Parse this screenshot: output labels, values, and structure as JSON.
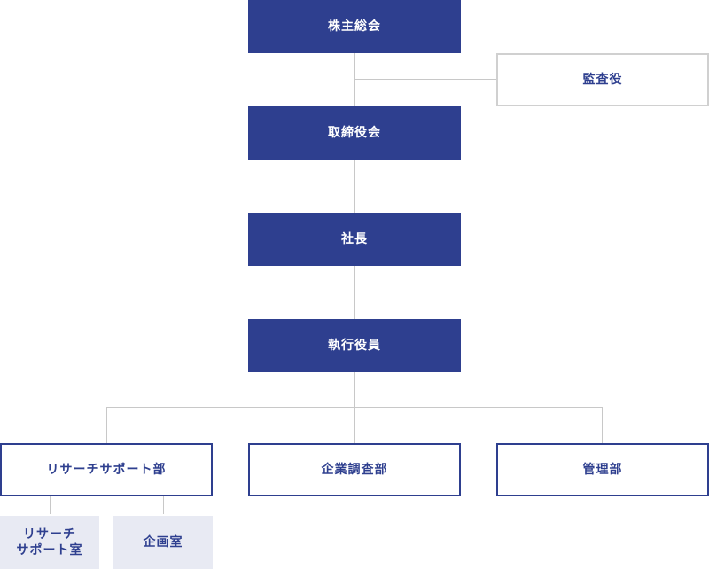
{
  "org_chart": {
    "shareholders_meeting": "株主総会",
    "auditor": "監査役",
    "board_of_directors": "取締役会",
    "president": "社長",
    "executive_officers": "執行役員",
    "departments": {
      "research_support": "リサーチサポート部",
      "corporate_research": "企業調査部",
      "administration": "管理部"
    },
    "offices": {
      "research_support_office": "リサーチ\nサポート室",
      "planning_office": "企画室"
    }
  },
  "colors": {
    "navy": "#2e3f8f",
    "line": "#c8c8c8",
    "sub_bg": "#e8eaf3",
    "outline_gray": "#d0d0d0"
  }
}
